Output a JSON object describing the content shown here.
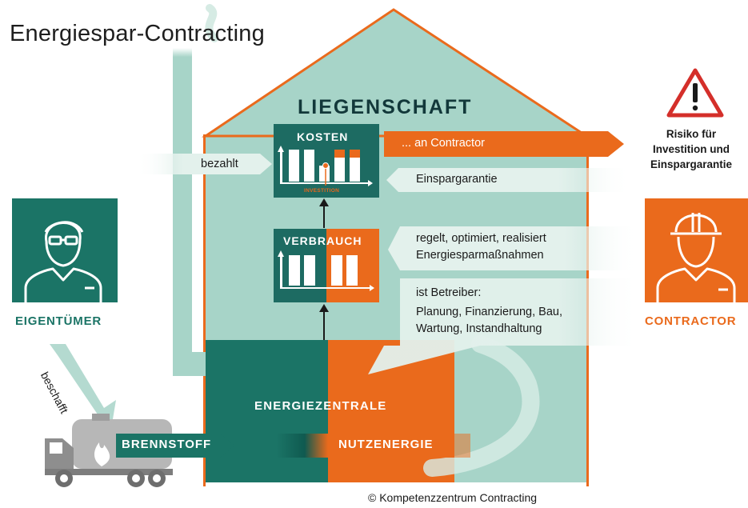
{
  "title": "Energiespar-Contracting",
  "house_label": "LIEGENSCHAFT",
  "kosten_box": {
    "title": "KOSTEN",
    "bar_caption": "INVESTITION"
  },
  "verbrauch_box": {
    "title": "VERBRAUCH"
  },
  "arrows": {
    "bezahlt": "bezahlt",
    "an_contractor": "... an Contractor",
    "einspargarantie": "Einspargarantie",
    "regelt_line1": "regelt, optimiert, realisiert",
    "regelt_line2": "Energiesparmaßnahmen",
    "betreiber_line1": "ist Betreiber:",
    "betreiber_line2": "Planung, Finanzierung, Bau,",
    "betreiber_line3": "Wartung, Instandhaltung"
  },
  "risk": {
    "line1": "Risiko für",
    "line2": "Investition und",
    "line3": "Einspargarantie"
  },
  "owner": {
    "label": "EIGENTÜMER"
  },
  "contractor": {
    "label": "CONTRACTOR"
  },
  "beschafft": "beschafft",
  "energiezentrale": "ENERGIEZENTRALE",
  "brennstoff": "BRENNSTOFF",
  "nutzenergie": "NUTZENERGIE",
  "copyright": "© Kompetenzzentrum Contracting",
  "colors": {
    "teal_dark": "#1b7466",
    "teal_box": "#1d6b62",
    "teal_light": "#a7d4c8",
    "orange": "#ea6a1c",
    "ink": "#1a1a1a"
  },
  "icons": [
    "warning-icon",
    "owner-person-icon",
    "contractor-person-icon",
    "fuel-truck-icon",
    "flame-icon",
    "chimney",
    "chart-icon"
  ]
}
